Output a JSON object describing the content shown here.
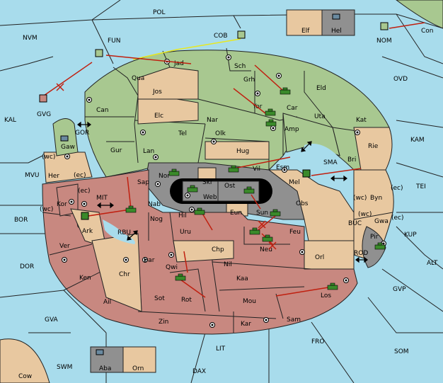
{
  "legend_top": {
    "tan_label": "Elf",
    "grey_label": "Hel"
  },
  "legend_bottom": {
    "grey_label": "Aba",
    "tan_label": "Orn"
  },
  "sea": {
    "POL": "POL",
    "NVM": "NVM",
    "FUN": "FUN",
    "COB": "COB",
    "NOM": "NOM",
    "Con": "Con",
    "OVD": "OVD",
    "KAL": "KAL",
    "GVG": "GVG",
    "GOR": "GOR",
    "KAM": "KAM",
    "MVU": "MVU",
    "SMA": "SMA",
    "TEI": "TEI",
    "BOR": "BOR",
    "MIT": "MIT",
    "RBU": "RBU",
    "BUC": "BUC",
    "KUP": "KUP",
    "DOR": "DOR",
    "ROD": "ROD",
    "ALT": "ALT",
    "GVP": "GVP",
    "GVA": "GVA",
    "FRO": "FRO",
    "SOM": "SOM",
    "LIT": "LIT",
    "SWM": "SWM",
    "DAX": "DAX",
    "Cow": "Cow"
  },
  "land": {
    "Jad": "Jad",
    "Sch": "Sch",
    "Qua": "Qua",
    "Grh": "Grh",
    "Jos": "Jos",
    "Car": "Car",
    "Eld": "Eld",
    "Can": "Can",
    "Yor": "Yor",
    "Elc": "Elc",
    "Nar": "Nar",
    "Uta": "Uta",
    "Amp": "Amp",
    "Kat": "Kat",
    "Tel": "Tel",
    "Olk": "Olk",
    "Gaw": "Gaw",
    "Gur": "Gur",
    "Lan": "Lan",
    "Hug": "Hug",
    "Rie": "Rie",
    "Bri": "Bri",
    "Esm": "Esm",
    "Vil": "Vil",
    "Nor": "Nor",
    "Skr": "Skr",
    "Her": "Her",
    "Ost": "Ost",
    "Web": "Web",
    "Sap": "Sap",
    "Mel": "Mel",
    "Byn": "Byn",
    "Kor": "Kor",
    "Obs": "Obs",
    "Eun": "Eun",
    "Nab": "Nab",
    "Hil": "Hil",
    "Sun": "Sun",
    "Gwa": "Gwa",
    "Nog": "Nog",
    "Ark": "Ark",
    "Uru": "Uru",
    "Feu": "Feu",
    "Pir": "Pir",
    "Chp": "Chp",
    "Neu": "Neu",
    "Ver": "Ver",
    "Bar": "Bar",
    "Qwi": "Qwi",
    "Orl": "Orl",
    "Nil": "Nil",
    "Chr": "Chr",
    "Ken": "Ken",
    "Kaa": "Kaa",
    "Sot": "Sot",
    "Rot": "Rot",
    "Mou": "Mou",
    "Los": "Los",
    "Ail": "Ail",
    "Zin": "Zin",
    "Kar": "Kar",
    "Sam": "Sam"
  },
  "coasts": {
    "wc": "(wc)",
    "ec": "(ec)"
  },
  "colors": {
    "green": "#a8c890",
    "tan": "#e8c8a0",
    "red": "#c88880",
    "grey": "#909090",
    "sea": "#a8dcec",
    "order": "#c02010",
    "support": "#e8e820"
  }
}
